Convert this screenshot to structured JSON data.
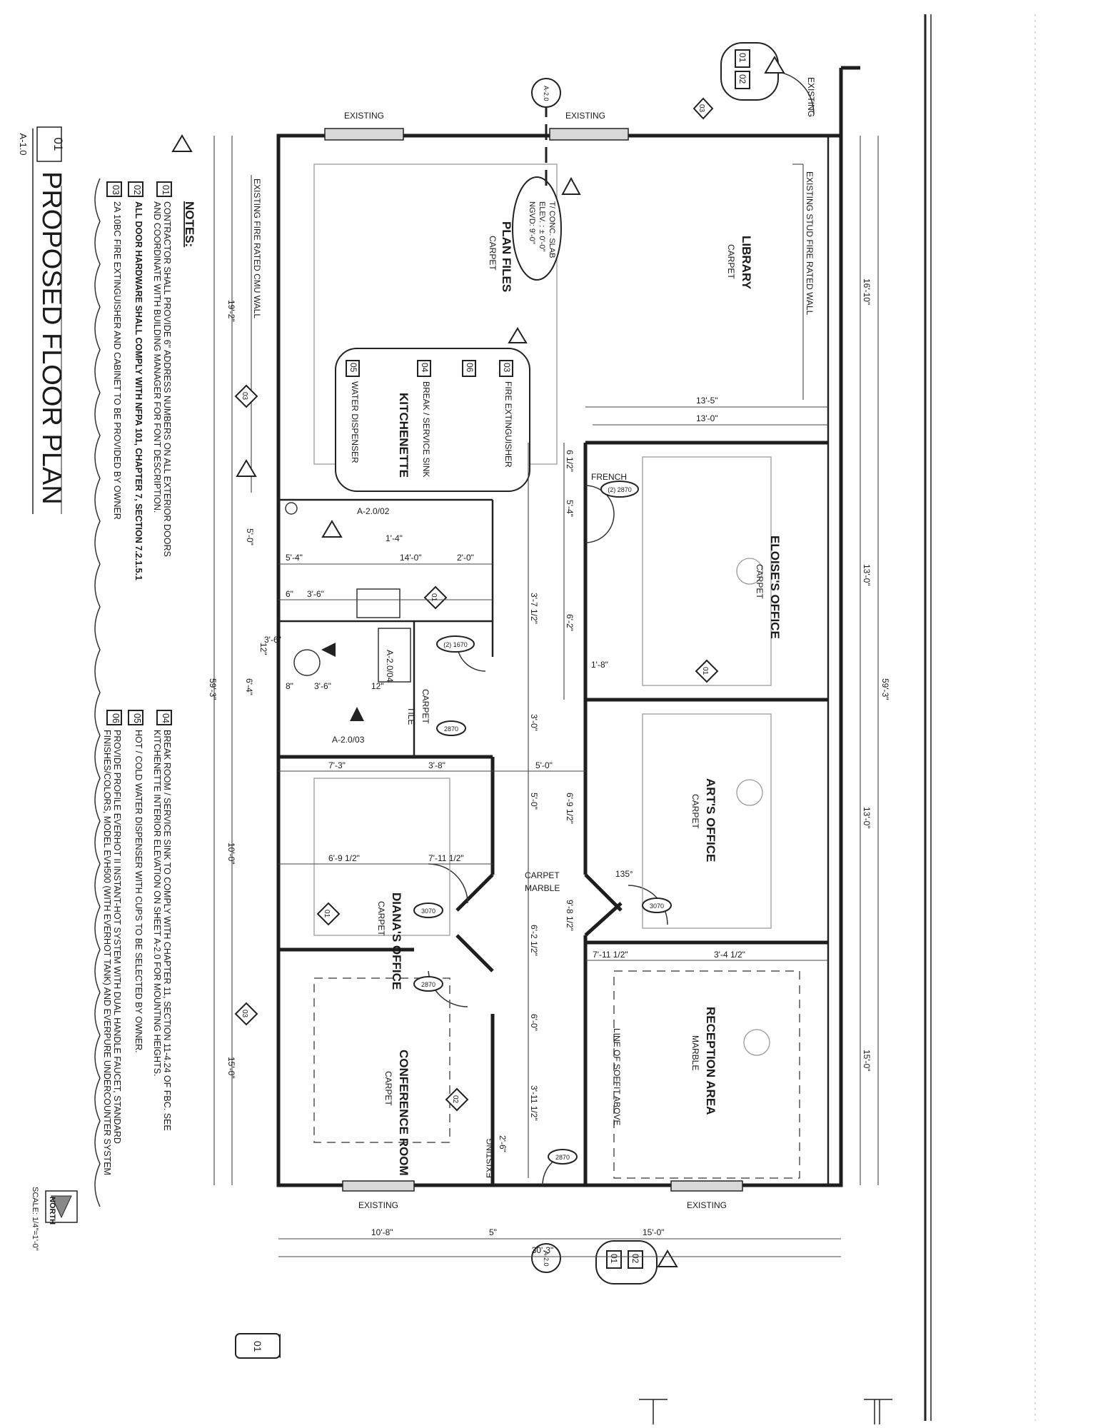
{
  "title_block": {
    "number": "01",
    "sheet": "A-1.0",
    "title": "PROPOSED FLOOR PLAN",
    "scale": "SCALE: 1/4\"=1'-0\"",
    "north_label": "NORTH"
  },
  "notes": {
    "heading": "NOTES:",
    "left": [
      {
        "tag": "01",
        "lines": [
          "CONTRACTOR SHALL PROVIDE 6\" ADDRESS NUMBERS ON ALL EXTERIOR DOORS",
          "AND COORDINATE WITH BUILDING MANAGER FOR FONT DESCRIPTION."
        ]
      },
      {
        "tag": "02",
        "lines": [
          "ALL DOOR HARDWARE SHALL COMPLY WITH NFPA 101, CHAPTER 7, SECTION 7.2.1.5.1"
        ]
      },
      {
        "tag": "03",
        "lines": [
          "2A 10BC FIRE EXTINGUISHER AND CABINET TO BE PROVIDED BY OWNER"
        ]
      }
    ],
    "right": [
      {
        "tag": "04",
        "lines": [
          "BREAK ROOM / SERVICE SINK TO COMPLY WITH CHAPTER 11, SECTION 11-4.24 OF FBC. SEE",
          "KITCHENETTE INTERIOR ELEVATION ON SHEET A-2.0 FOR MOUNTING HEIGHTS."
        ]
      },
      {
        "tag": "05",
        "lines": [
          "HOT / COLD WATER DISPENSER WITH CUPS TO BE SELECTED BY OWNER."
        ]
      },
      {
        "tag": "06",
        "lines": [
          "PROVIDE PROFILE EVERHOT II INSTANT-HOT SYSTEM WITH DUAL HANDLE FAUCET, STANDARD",
          "FINISHES/COLORS, MODEL EVH500 (WITH EVERHOT TANK) AND EVERPURE UNDERCOUNTER SYSTEM"
        ]
      }
    ]
  },
  "rooms": {
    "library": {
      "name": "LIBRARY",
      "finish": "CARPET"
    },
    "plan_files": {
      "name": "PLAN FILES",
      "finish": "CARPET"
    },
    "eloise": {
      "name": "ELOISE'S OFFICE",
      "finish": "CARPET"
    },
    "art": {
      "name": "ART'S OFFICE",
      "finish": "CARPET"
    },
    "diana": {
      "name": "DIANA'S OFFICE",
      "finish": "CARPET"
    },
    "conference": {
      "name": "CONFERENCE ROOM",
      "finish": "CARPET"
    },
    "reception": {
      "name": "RECEPTION AREA",
      "finish": "MARBLE"
    }
  },
  "labels": {
    "existing": "EXISTING",
    "existing_fire_wall": "EXISTING FIRE RATED CMU WALL",
    "existing_stud_wall": "EXISTING STUD FIRE RATED WALL",
    "soffit": "LINE OF SOFFIT ABOVE",
    "slab_lines": [
      "T/ CONC. SLAB",
      "ELEV. : ± 0'-0\"",
      "NGVD: 9'-0\""
    ],
    "french": "FRENCH",
    "carpet": "CARPET",
    "marble": "MARBLE",
    "tile": "TILE",
    "angle": "135°",
    "section_ref": "A-2.0"
  },
  "kitchenette": {
    "title": "KITCHENETTE",
    "items": [
      {
        "tag": "03",
        "text": "FIRE EXTINGUISHER"
      },
      {
        "tag": "06",
        "text": ""
      },
      {
        "tag": "04",
        "text": "BREAK / SERVICE SINK"
      },
      {
        "tag": "05",
        "text": "WATER DISPENSER"
      }
    ]
  },
  "elevation_refs": [
    "A-2.0/02",
    "A-2.0/04",
    "A-2.0/03"
  ],
  "door_tags": [
    "(2) 2870",
    "(2) 1670",
    "2870",
    "3070",
    "3070",
    "2870",
    "2870"
  ],
  "revision_tags": [
    "01",
    "02",
    "03",
    "1"
  ],
  "dimensions": {
    "overall_length": "59'-3\"",
    "overall_width": "30'-3\"",
    "right_side": [
      "16'-10\"",
      "13'-0\"",
      "13'-0\"",
      "15'-0\""
    ],
    "left_side": [
      "19'-2\"",
      "6'-4\"",
      "10'-0\"",
      "15'-0\""
    ],
    "bottom": [
      "10'-8\"",
      "5\"",
      "15'-0\""
    ],
    "library_width": [
      "13'-5\"",
      "13'-0\""
    ],
    "misc": [
      "5'-4\"",
      "14'-0\"",
      "2'-0\"",
      "1'-4\"",
      "5'-0\"",
      "3'-6\"",
      "6\"",
      "12\"",
      "3'-6\"",
      "8\"",
      "3'-6\"",
      "12\"",
      "7'-3\"",
      "3'-8\"",
      "5'-0\"",
      "6'-9 1/2\"",
      "6'-9 1/2\"",
      "7'-11 1/2\"",
      "3'-4 1/2\"",
      "3'-7 1/2\"",
      "9'-8 1/2\"",
      "6'-2 1/2\"",
      "3'-0\"",
      "6'-2\"",
      "1'-8\"",
      "5'-4\"",
      "6 1/2\"",
      "2'-6\"",
      "6'-0\"",
      "3'-11 1/2\""
    ]
  }
}
